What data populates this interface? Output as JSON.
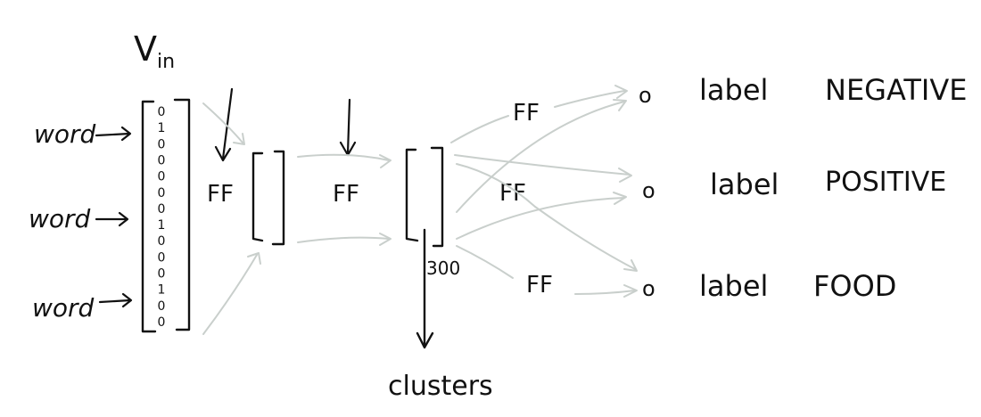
{
  "input": {
    "title": "V",
    "title_sub": "in",
    "words": [
      "word",
      "word",
      "word"
    ],
    "vector_digits": [
      "0",
      "1",
      "0",
      "0",
      "0",
      "0",
      "0",
      "1",
      "0",
      "0",
      "0",
      "1",
      "0",
      "0"
    ]
  },
  "layers": {
    "ff_label": "FF",
    "hidden_size": "300",
    "clusters_label": "clusters"
  },
  "outputs": [
    {
      "node": "o",
      "label": "label",
      "name": "NEGATIVE"
    },
    {
      "node": "o",
      "label": "label",
      "name": "POSITIVE"
    },
    {
      "node": "o",
      "label": "label",
      "name": "FOOD"
    }
  ]
}
